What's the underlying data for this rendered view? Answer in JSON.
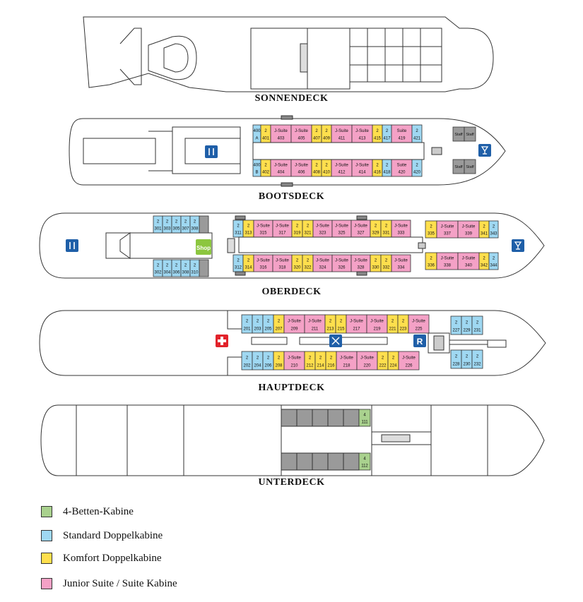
{
  "colors": {
    "four_berth": "#a9d18e",
    "standard": "#9fd8f2",
    "comfort": "#ffdf4d",
    "junior": "#f4a1c6",
    "staff": "#9a9a9a",
    "service": "#1f5fa8",
    "shop": "#8cc63f",
    "medical": "#e2232b",
    "outline": "#333333"
  },
  "decks": {
    "sonnendeck": {
      "title": "SONNENDECK"
    },
    "bootsdeck": {
      "title": "BOOTSDECK",
      "top": [
        {
          "t": "s",
          "l1": "400",
          "l2": "A",
          "w": 11
        },
        {
          "t": "c",
          "l1": "2",
          "l2": "401"
        },
        {
          "t": "j",
          "l1": "J-Suite",
          "l2": "403",
          "w": 29
        },
        {
          "t": "j",
          "l1": "J-Suite",
          "l2": "405",
          "w": 29
        },
        {
          "t": "c",
          "l1": "2",
          "l2": "407"
        },
        {
          "t": "c",
          "l1": "2",
          "l2": "409"
        },
        {
          "t": "j",
          "l1": "J-Suite",
          "l2": "411",
          "w": 29
        },
        {
          "t": "j",
          "l1": "J-Suite",
          "l2": "413",
          "w": 29
        },
        {
          "t": "c",
          "l1": "2",
          "l2": "415"
        },
        {
          "t": "s",
          "l1": "2",
          "l2": "417",
          "w": 13
        },
        {
          "t": "j",
          "l1": "Suite",
          "l2": "419",
          "w": 29
        },
        {
          "t": "s",
          "l1": "2",
          "l2": "421",
          "w": 14
        }
      ],
      "bottom": [
        {
          "t": "s",
          "l1": "400",
          "l2": "B",
          "w": 11
        },
        {
          "t": "c",
          "l1": "2",
          "l2": "402"
        },
        {
          "t": "j",
          "l1": "J-Suite",
          "l2": "404",
          "w": 29
        },
        {
          "t": "j",
          "l1": "J-Suite",
          "l2": "406",
          "w": 29
        },
        {
          "t": "c",
          "l1": "2",
          "l2": "408"
        },
        {
          "t": "c",
          "l1": "2",
          "l2": "410"
        },
        {
          "t": "j",
          "l1": "J-Suite",
          "l2": "412",
          "w": 29
        },
        {
          "t": "j",
          "l1": "J-Suite",
          "l2": "414",
          "w": 29
        },
        {
          "t": "c",
          "l1": "2",
          "l2": "416"
        },
        {
          "t": "s",
          "l1": "2",
          "l2": "418",
          "w": 13
        },
        {
          "t": "j",
          "l1": "Suite",
          "l2": "420",
          "w": 29
        },
        {
          "t": "s",
          "l1": "2",
          "l2": "420",
          "w": 14
        }
      ],
      "staff": [
        "Staff",
        "Staff",
        "Staff",
        "Staff"
      ]
    },
    "oberdeck": {
      "title": "OBERDECK",
      "aft_top": [
        {
          "t": "s",
          "l1": "2",
          "l2": "301"
        },
        {
          "t": "s",
          "l1": "2",
          "l2": "303"
        },
        {
          "t": "s",
          "l1": "2",
          "l2": "305"
        },
        {
          "t": "s",
          "l1": "2",
          "l2": "307"
        },
        {
          "t": "s",
          "l1": "2",
          "l2": "308"
        }
      ],
      "aft_bottom": [
        {
          "t": "s",
          "l1": "2",
          "l2": "302"
        },
        {
          "t": "s",
          "l1": "2",
          "l2": "304"
        },
        {
          "t": "s",
          "l1": "2",
          "l2": "306"
        },
        {
          "t": "s",
          "l1": "2",
          "l2": "308"
        },
        {
          "t": "s",
          "l1": "2",
          "l2": "310"
        }
      ],
      "mid_top": [
        {
          "t": "s",
          "l1": "2",
          "l2": "311",
          "w": 14
        },
        {
          "t": "c",
          "l1": "2",
          "l2": "313",
          "w": 15
        },
        {
          "t": "j",
          "l1": "J-Suite",
          "l2": "315"
        },
        {
          "t": "j",
          "l1": "J-Suite",
          "l2": "317"
        },
        {
          "t": "c",
          "l1": "2",
          "l2": "319",
          "w": 15
        },
        {
          "t": "c",
          "l1": "2",
          "l2": "321",
          "w": 15
        },
        {
          "t": "j",
          "l1": "J-Suite",
          "l2": "323"
        },
        {
          "t": "j",
          "l1": "J-Suite",
          "l2": "325"
        },
        {
          "t": "j",
          "l1": "J-Suite",
          "l2": "327"
        },
        {
          "t": "c",
          "l1": "2",
          "l2": "329",
          "w": 15
        },
        {
          "t": "c",
          "l1": "2",
          "l2": "331",
          "w": 15
        },
        {
          "t": "j",
          "l1": "J-Suite",
          "l2": "333"
        }
      ],
      "mid_bottom": [
        {
          "t": "s",
          "l1": "2",
          "l2": "312",
          "w": 14
        },
        {
          "t": "c",
          "l1": "2",
          "l2": "314",
          "w": 15
        },
        {
          "t": "j",
          "l1": "J-Suite",
          "l2": "316"
        },
        {
          "t": "j",
          "l1": "J-Suite",
          "l2": "318"
        },
        {
          "t": "c",
          "l1": "2",
          "l2": "320",
          "w": 15
        },
        {
          "t": "c",
          "l1": "2",
          "l2": "322",
          "w": 15
        },
        {
          "t": "j",
          "l1": "J-Suite",
          "l2": "324"
        },
        {
          "t": "j",
          "l1": "J-Suite",
          "l2": "326"
        },
        {
          "t": "j",
          "l1": "J-Suite",
          "l2": "328"
        },
        {
          "t": "c",
          "l1": "2",
          "l2": "330",
          "w": 15
        },
        {
          "t": "c",
          "l1": "2",
          "l2": "332",
          "w": 15
        },
        {
          "t": "j",
          "l1": "J-Suite",
          "l2": "334"
        }
      ],
      "fwd_top": [
        {
          "t": "c",
          "l1": "2",
          "l2": "335",
          "w": 16
        },
        {
          "t": "j",
          "l1": "J-Suite",
          "l2": "337"
        },
        {
          "t": "j",
          "l1": "J-Suite",
          "l2": "339"
        },
        {
          "t": "c",
          "l1": "2",
          "l2": "341",
          "w": 14
        },
        {
          "t": "s",
          "l1": "2",
          "l2": "343",
          "w": 13
        }
      ],
      "fwd_bottom": [
        {
          "t": "c",
          "l1": "2",
          "l2": "336",
          "w": 16
        },
        {
          "t": "j",
          "l1": "J-Suite",
          "l2": "338"
        },
        {
          "t": "j",
          "l1": "J-Suite",
          "l2": "340"
        },
        {
          "t": "c",
          "l1": "2",
          "l2": "342",
          "w": 14
        },
        {
          "t": "s",
          "l1": "2",
          "l2": "344",
          "w": 13
        }
      ],
      "shop_label": "Shop"
    },
    "hauptdeck": {
      "title": "HAUPTDECK",
      "top": [
        {
          "t": "s",
          "l1": "2",
          "l2": "201"
        },
        {
          "t": "s",
          "l1": "2",
          "l2": "203"
        },
        {
          "t": "s",
          "l1": "2",
          "l2": "205"
        },
        {
          "t": "c",
          "l1": "2",
          "l2": "207"
        },
        {
          "t": "j",
          "l1": "J-Suite",
          "l2": "209",
          "w": 29
        },
        {
          "t": "j",
          "l1": "J-Suite",
          "l2": "211",
          "w": 29
        },
        {
          "t": "c",
          "l1": "2",
          "l2": "213"
        },
        {
          "t": "c",
          "l1": "2",
          "l2": "215"
        },
        {
          "t": "j",
          "l1": "J-Suite",
          "l2": "217",
          "w": 29
        },
        {
          "t": "j",
          "l1": "J-Suite",
          "l2": "219",
          "w": 29
        },
        {
          "t": "c",
          "l1": "2",
          "l2": "221"
        },
        {
          "t": "c",
          "l1": "2",
          "l2": "223"
        },
        {
          "t": "j",
          "l1": "J-Suite",
          "l2": "225",
          "w": 29
        }
      ],
      "bottom": [
        {
          "t": "s",
          "l1": "2",
          "l2": "202"
        },
        {
          "t": "s",
          "l1": "2",
          "l2": "204"
        },
        {
          "t": "s",
          "l1": "2",
          "l2": "206"
        },
        {
          "t": "c",
          "l1": "2",
          "l2": "208"
        },
        {
          "t": "j",
          "l1": "J-Suite",
          "l2": "210",
          "w": 29
        },
        {
          "t": "c",
          "l1": "2",
          "l2": "212"
        },
        {
          "t": "c",
          "l1": "2",
          "l2": "214"
        },
        {
          "t": "c",
          "l1": "2",
          "l2": "216"
        },
        {
          "t": "j",
          "l1": "J-Suite",
          "l2": "218",
          "w": 29
        },
        {
          "t": "j",
          "l1": "J-Suite",
          "l2": "220",
          "w": 29
        },
        {
          "t": "c",
          "l1": "2",
          "l2": "222"
        },
        {
          "t": "c",
          "l1": "2",
          "l2": "224"
        },
        {
          "t": "j",
          "l1": "J-Suite",
          "l2": "226",
          "w": 29
        }
      ],
      "fwd_top": [
        {
          "t": "s",
          "l1": "2",
          "l2": "227"
        },
        {
          "t": "s",
          "l1": "2",
          "l2": "229"
        },
        {
          "t": "s",
          "l1": "2",
          "l2": "231"
        }
      ],
      "fwd_bottom": [
        {
          "t": "s",
          "l1": "2",
          "l2": "228"
        },
        {
          "t": "s",
          "l1": "2",
          "l2": "230"
        },
        {
          "t": "s",
          "l1": "2",
          "l2": "232"
        }
      ],
      "reception_label": "R"
    },
    "unterdeck": {
      "title": "UNTERDECK",
      "top": {
        "l1": "4",
        "l2": "111"
      },
      "bottom": {
        "l1": "4",
        "l2": "112"
      }
    }
  },
  "legend": [
    {
      "color": "#a9d18e",
      "label": "4-Betten-Kabine"
    },
    {
      "color": "#9fd8f2",
      "label": "Standard Doppelkabine"
    },
    {
      "color": "#ffdf4d",
      "label": "Komfort Doppelkabine"
    },
    {
      "color": "#f4a1c6",
      "label": "Junior Suite / Suite Kabine"
    }
  ]
}
